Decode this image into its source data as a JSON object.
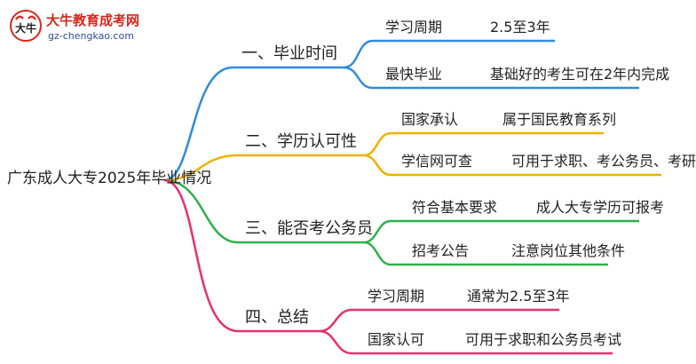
{
  "logo": {
    "title": "大牛教育成考网",
    "url": "gz-chengkao.com",
    "mark": "大牛"
  },
  "root": {
    "label": "广东成人大专2025年毕业情况"
  },
  "colors": {
    "b1": "#2f8be0",
    "b2": "#f0b000",
    "b3": "#2fb04a",
    "b4": "#e8306e"
  },
  "branches": [
    {
      "label": "一、毕业时间",
      "items": [
        {
          "key": "学习周期",
          "value": "2.5至3年"
        },
        {
          "key": "最快毕业",
          "value": "基础好的考生可在2年内完成"
        }
      ]
    },
    {
      "label": "二、学历认可性",
      "items": [
        {
          "key": "国家承认",
          "value": "属于国民教育系列"
        },
        {
          "key": "学信网可查",
          "value": "可用于求职、考公务员、考研"
        }
      ]
    },
    {
      "label": "三、能否考公务员",
      "items": [
        {
          "key": "符合基本要求",
          "value": "成人大专学历可报考"
        },
        {
          "key": "招考公告",
          "value": "注意岗位其他条件"
        }
      ]
    },
    {
      "label": "四、总结",
      "items": [
        {
          "key": "学习周期",
          "value": "通常为2.5至3年"
        },
        {
          "key": "国家认可",
          "value": "可用于求职和公务员考试"
        }
      ]
    }
  ]
}
